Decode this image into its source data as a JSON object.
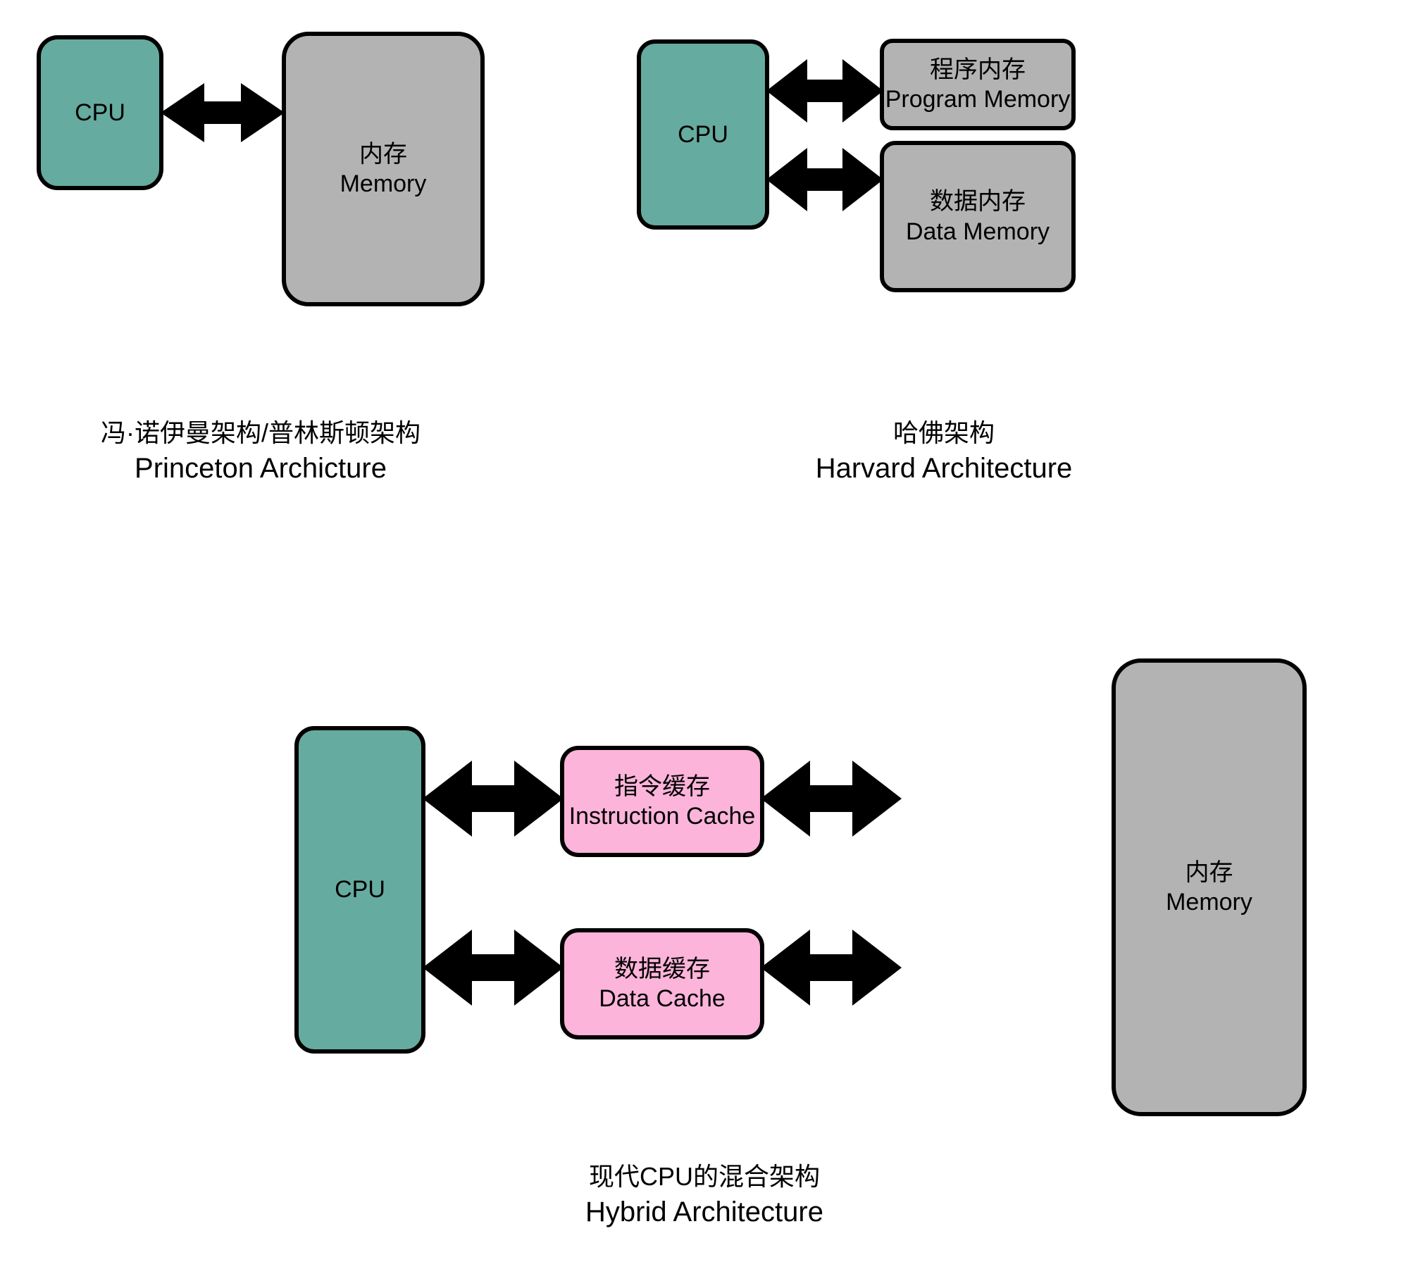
{
  "diagram": {
    "title_visible": false,
    "colors": {
      "cpu": "#66ab9f",
      "memory": "#b3b3b3",
      "cache": "#fcb4da",
      "outline": "#000000",
      "background": "#ffffff",
      "arrow": "#000000"
    },
    "panels": [
      {
        "id": "princeton",
        "caption_cn": "冯·诺伊曼架构/普林斯顿架构",
        "caption_en": "Princeton Archicture",
        "nodes": [
          {
            "id": "cpu",
            "label_single": "CPU",
            "fill": "cpu"
          },
          {
            "id": "memory",
            "label_cn": "内存",
            "label_en": "Memory",
            "fill": "memory"
          }
        ],
        "edges": [
          {
            "from": "cpu",
            "to": "memory",
            "type": "double-arrow"
          }
        ]
      },
      {
        "id": "harvard",
        "caption_cn": "哈佛架构",
        "caption_en": "Harvard Architecture",
        "nodes": [
          {
            "id": "cpu",
            "label_single": "CPU",
            "fill": "cpu"
          },
          {
            "id": "program-memory",
            "label_cn": "程序内存",
            "label_en": "Program Memory",
            "fill": "memory"
          },
          {
            "id": "data-memory",
            "label_cn": "数据内存",
            "label_en": "Data Memory",
            "fill": "memory"
          }
        ],
        "edges": [
          {
            "from": "cpu",
            "to": "program-memory",
            "type": "double-arrow"
          },
          {
            "from": "cpu",
            "to": "data-memory",
            "type": "double-arrow"
          }
        ]
      },
      {
        "id": "hybrid",
        "caption_cn": "现代CPU的混合架构",
        "caption_en": "Hybrid Architecture",
        "nodes": [
          {
            "id": "cpu",
            "label_single": "CPU",
            "fill": "cpu"
          },
          {
            "id": "instruction-cache",
            "label_cn": "指令缓存",
            "label_en": "Instruction Cache",
            "fill": "cache"
          },
          {
            "id": "data-cache",
            "label_cn": "数据缓存",
            "label_en": "Data Cache",
            "fill": "cache"
          },
          {
            "id": "memory",
            "label_cn": "内存",
            "label_en": "Memory",
            "fill": "memory"
          }
        ],
        "edges": [
          {
            "from": "cpu",
            "to": "instruction-cache",
            "type": "double-arrow"
          },
          {
            "from": "instruction-cache",
            "to": "memory",
            "type": "double-arrow"
          },
          {
            "from": "cpu",
            "to": "data-cache",
            "type": "double-arrow"
          },
          {
            "from": "data-cache",
            "to": "memory",
            "type": "double-arrow"
          }
        ]
      }
    ]
  }
}
